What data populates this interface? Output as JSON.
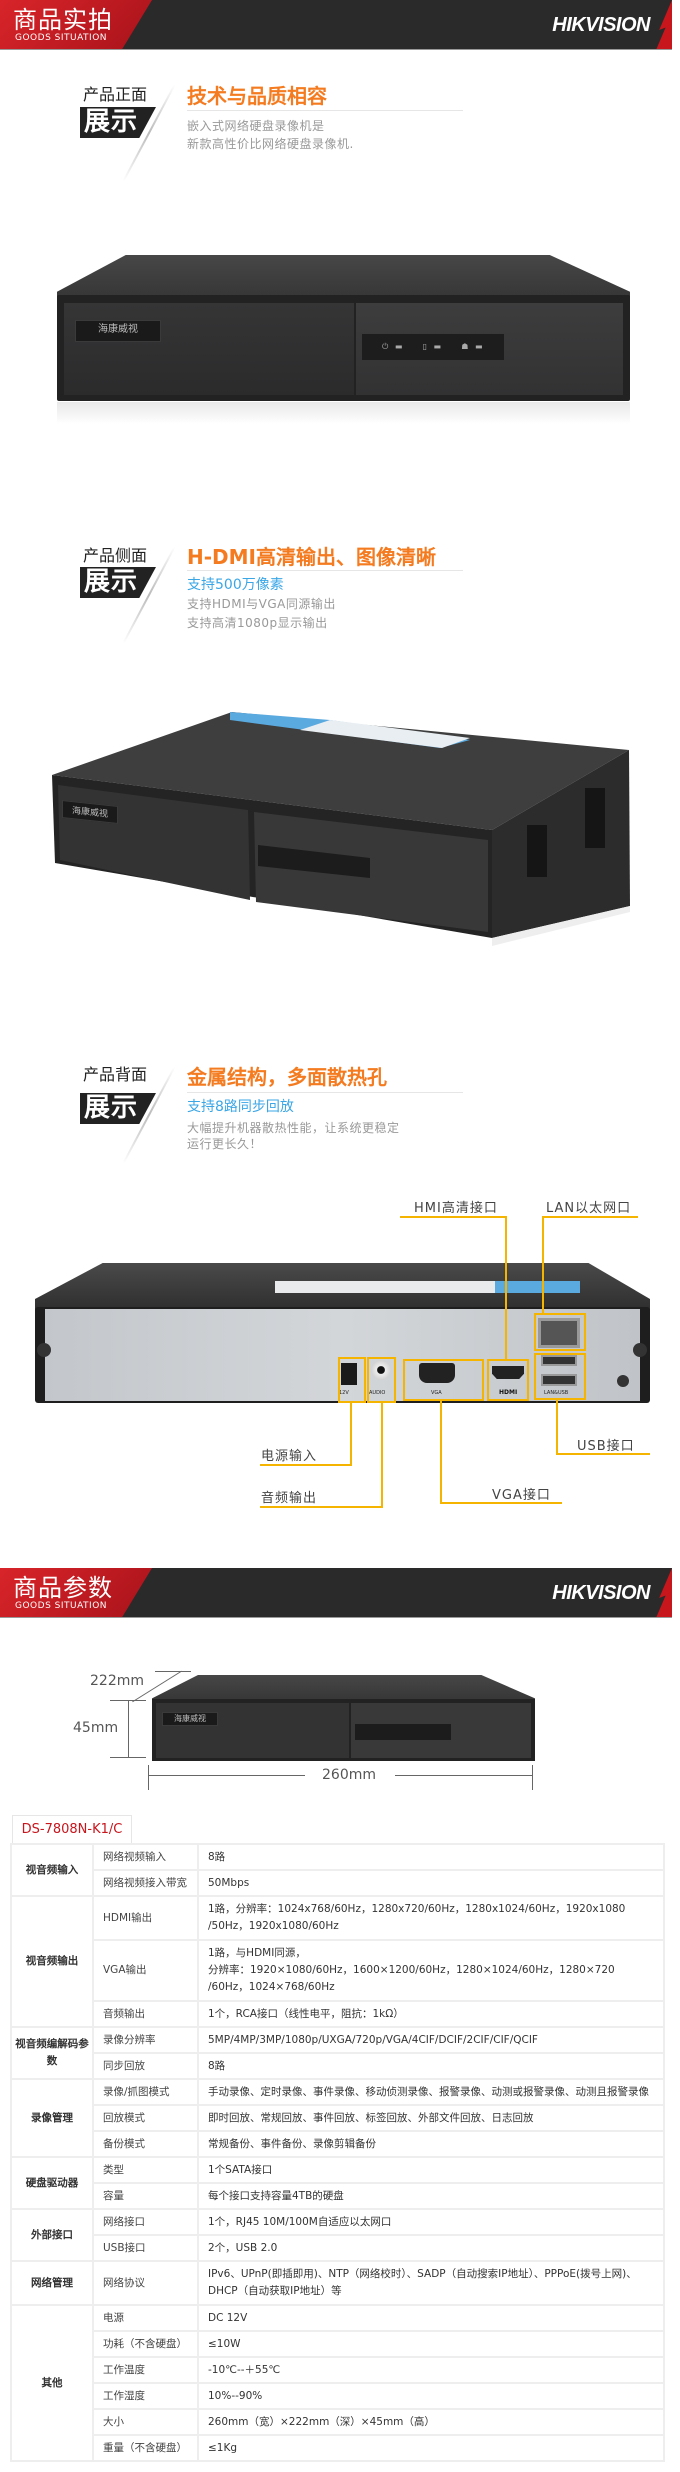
{
  "header_photos": {
    "title": "商品实拍",
    "subtitle": "GOODS SITUATION",
    "brand": "HIKVISION"
  },
  "sections": [
    {
      "label_top": "产品正面",
      "label_box": "展示",
      "heading": "技术与品质相容",
      "highlight": "",
      "lines": [
        "嵌入式网络硬盘录像机是",
        "新款高性价比网络硬盘录像机."
      ]
    },
    {
      "label_top": "产品侧面",
      "label_box": "展示",
      "heading": "H-DMI高清输出、图像清晰",
      "highlight": "支持500万像素",
      "lines": [
        "支持HDMI与VGA同源输出",
        "支持高清1080p显示输出"
      ]
    },
    {
      "label_top": "产品背面",
      "label_box": "展示",
      "heading": "金属结构，多面散热孔",
      "highlight": "支持8路同步回放",
      "lines": [
        "大幅提升机器散热性能，让系统更稳定",
        "运行更长久！"
      ]
    }
  ],
  "device": {
    "logo": "海康威视"
  },
  "rear_ports": {
    "power": "12V",
    "audio": "AUDIO",
    "vga": "VGA",
    "hdmi": "HDMI",
    "lan_usb": "LAN&USB"
  },
  "callouts": {
    "hdmi": "HMI高清接口",
    "lan": "LAN以太网口",
    "usb": "USB接口",
    "power": "电源输入",
    "audio": "音频输出",
    "vga": "VGA接口"
  },
  "header_params": {
    "title": "商品参数",
    "subtitle": "GOODS SITUATION",
    "brand": "HIKVISION"
  },
  "dimensions": {
    "depth": "222mm",
    "height": "45mm",
    "width": "260mm"
  },
  "model": "DS-7808N-K1/C",
  "colors": {
    "accent_orange": "#f47b20",
    "highlight_blue": "#3aa6e6",
    "callout_yellow": "#f5b400",
    "brand_red": "#c8161d"
  },
  "specs": [
    {
      "group": "视音频输入",
      "rows": [
        {
          "k": "网络视频输入",
          "v": [
            "8路"
          ]
        },
        {
          "k": "网络视频接入带宽",
          "v": [
            "50Mbps"
          ]
        }
      ]
    },
    {
      "group": "视音频输出",
      "rows": [
        {
          "k": "HDMI输出",
          "v": [
            "1路，分辨率：1024x768/60Hz，1280x720/60Hz，1280x1024/60Hz，1920x1080",
            "/50Hz，1920x1080/60Hz"
          ]
        },
        {
          "k": "VGA输出",
          "v": [
            "1路，与HDMI同源，",
            "分辨率：1920×1080/60Hz，1600×1200/60Hz，1280×1024/60Hz，1280×720",
            "/60Hz，1024×768/60Hz"
          ]
        },
        {
          "k": "音频输出",
          "v": [
            "1个，RCA接口（线性电平，阻抗：1kΩ）"
          ]
        }
      ]
    },
    {
      "group": "视音频编解码参数",
      "rows": [
        {
          "k": "录像分辨率",
          "v": [
            "5MP/4MP/3MP/1080p/UXGA/720p/VGA/4CIF/DCIF/2CIF/CIF/QCIF"
          ]
        },
        {
          "k": "同步回放",
          "v": [
            "8路"
          ]
        }
      ]
    },
    {
      "group": "录像管理",
      "rows": [
        {
          "k": "录像/抓图模式",
          "v": [
            "手动录像、定时录像、事件录像、移动侦测录像、报警录像、动测或报警录像、动测且报警录像"
          ]
        },
        {
          "k": "回放模式",
          "v": [
            "即时回放、常规回放、事件回放、标签回放、外部文件回放、日志回放"
          ]
        },
        {
          "k": "备份模式",
          "v": [
            "常规备份、事件备份、录像剪辑备份"
          ]
        }
      ]
    },
    {
      "group": "硬盘驱动器",
      "rows": [
        {
          "k": "类型",
          "v": [
            "1个SATA接口"
          ]
        },
        {
          "k": "容量",
          "v": [
            "每个接口支持容量4TB的硬盘"
          ]
        }
      ]
    },
    {
      "group": "外部接口",
      "rows": [
        {
          "k": "网络接口",
          "v": [
            "1个，RJ45 10M/100M自适应以太网口"
          ]
        },
        {
          "k": "USB接口",
          "v": [
            "2个，USB 2.0"
          ]
        }
      ]
    },
    {
      "group": "网络管理",
      "rows": [
        {
          "k": "网络协议",
          "v": [
            "IPv6、UPnP(即插即用)、NTP（网络校时）、SADP（自动搜索IP地址）、PPPoE(拨号上网)、",
            "DHCP（自动获取IP地址）等"
          ]
        }
      ]
    },
    {
      "group": "其他",
      "rows": [
        {
          "k": "电源",
          "v": [
            "DC 12V"
          ]
        },
        {
          "k": "功耗（不含硬盘）",
          "v": [
            "≤10W"
          ]
        },
        {
          "k": "工作温度",
          "v": [
            "-10℃--＋55℃"
          ]
        },
        {
          "k": "工作湿度",
          "v": [
            "10%--90%"
          ]
        },
        {
          "k": "大小",
          "v": [
            "260mm（宽）×222mm（深）×45mm（高）"
          ]
        },
        {
          "k": "重量（不含硬盘）",
          "v": [
            "≤1Kg"
          ]
        }
      ]
    }
  ]
}
